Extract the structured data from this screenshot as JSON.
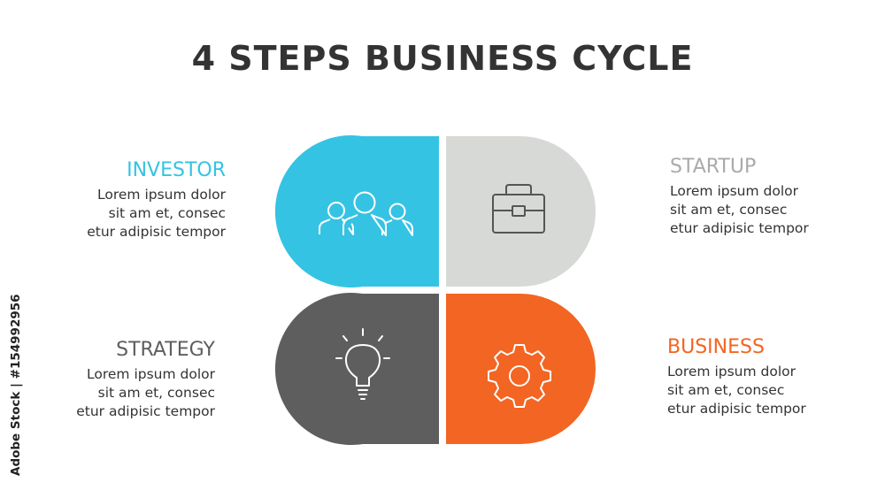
{
  "title": "4 STEPS BUSINESS CYCLE",
  "steps": {
    "investor": {
      "title": "INVESTOR",
      "lines": [
        "Lorem ipsum dolor",
        "sit am et, consec",
        "etur adipisic tempor"
      ],
      "color": "#35C3E3",
      "icon": "people-icon"
    },
    "startup": {
      "title": "STARTUP",
      "lines": [
        "Lorem ipsum dolor",
        "sit am et, consec",
        "etur adipisic tempor"
      ],
      "color": "#D7D9D6",
      "title_color": "#A8ABA8",
      "icon": "briefcase-icon"
    },
    "strategy": {
      "title": "STRATEGY",
      "lines": [
        "Lorem ipsum dolor",
        "sit am et, consec",
        "etur adipisic tempor"
      ],
      "color": "#5E5E5E",
      "icon": "lightbulb-icon"
    },
    "business": {
      "title": "BUSINESS",
      "lines": [
        "Lorem ipsum dolor",
        "sit am et, consec",
        "etur adipisic tempor"
      ],
      "color": "#F26522",
      "icon": "gear-icon"
    }
  },
  "watermark": "Adobe Stock | #154992956"
}
